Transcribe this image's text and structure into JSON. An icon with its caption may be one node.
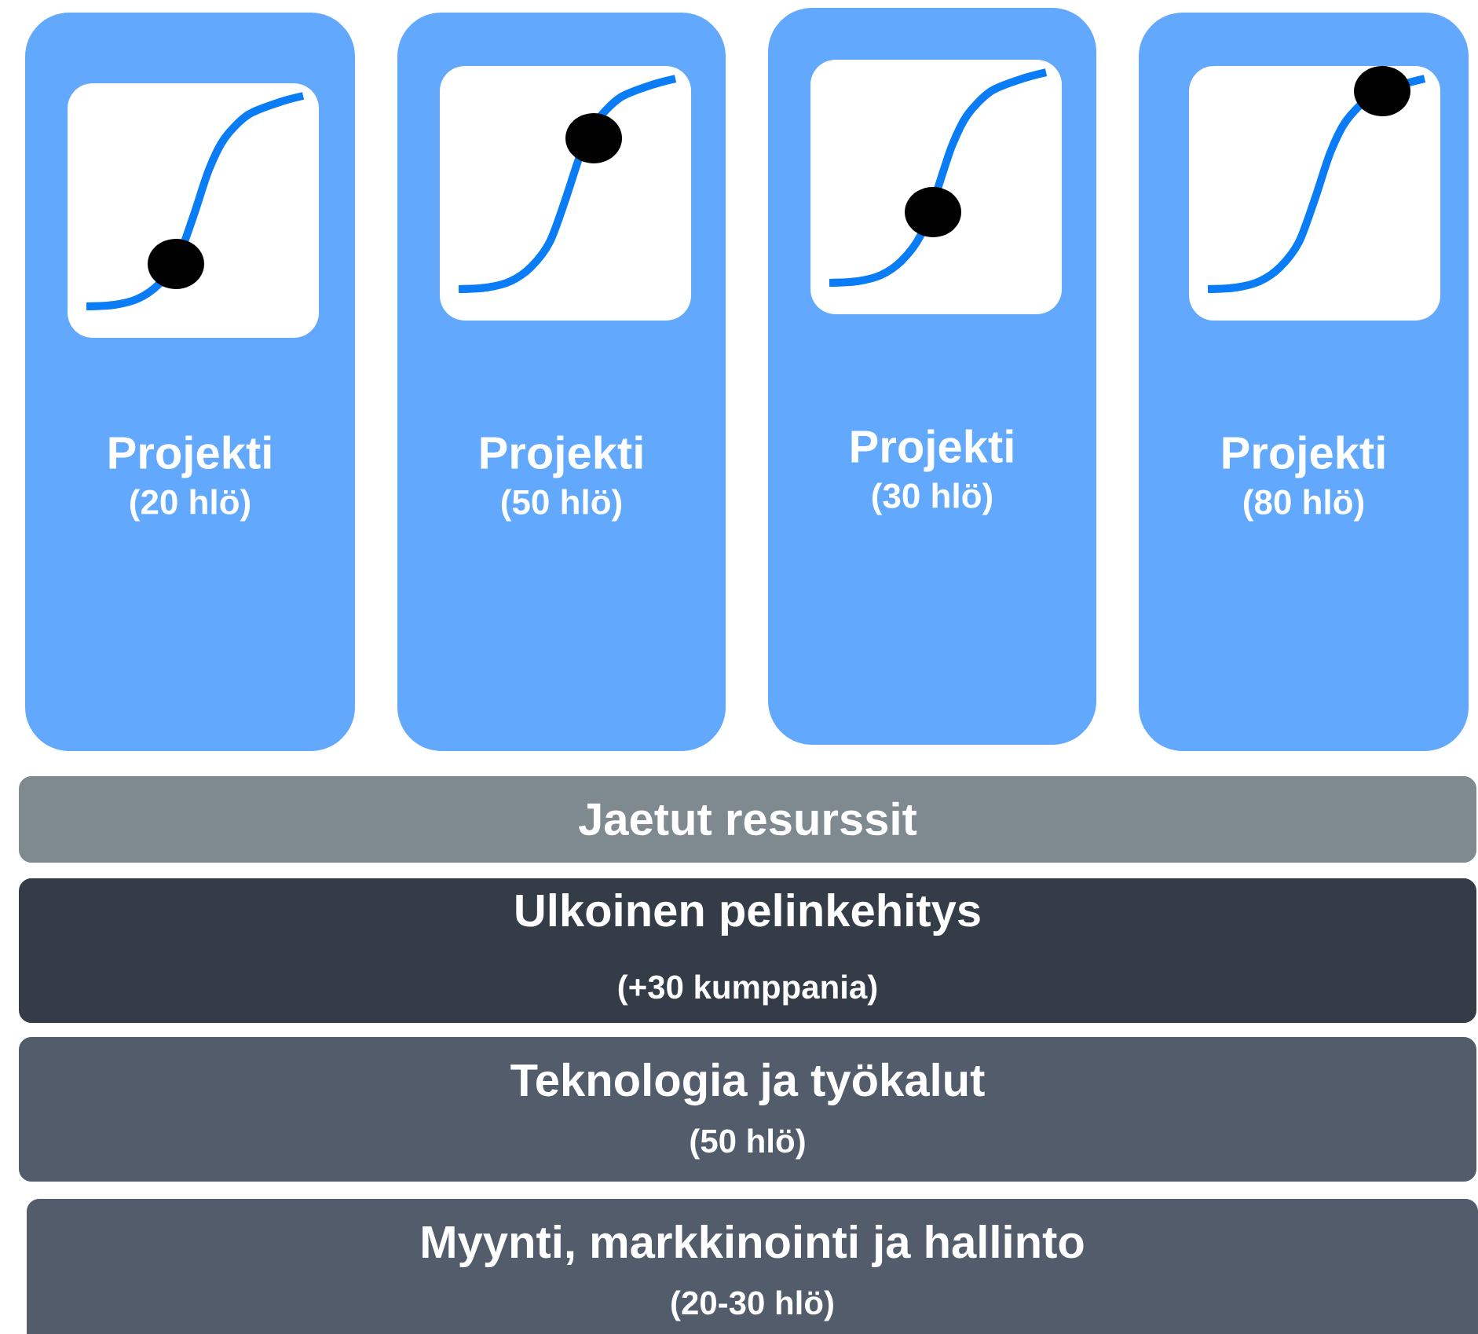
{
  "diagram": {
    "nodes": [
      {
        "text": [
          "Projekti",
          "(20 hlö)"
        ]
      },
      {
        "text": [
          "Projekti",
          "(50 hlö)"
        ]
      },
      {
        "text": [
          "Projekti",
          "(30 hlö)"
        ]
      },
      {
        "text": [
          "Projekti",
          "(80 hlö)"
        ]
      },
      {
        "text": [
          "Jaetut resurssit"
        ]
      },
      {
        "text": [
          "Ulkoinen pelinkehitys",
          "(+30 kumppania)"
        ]
      },
      {
        "text": [
          "Teknologia ja työkalut",
          "(50 hlö)"
        ]
      },
      {
        "text": [
          "Myynti, markkinointi ja hallinto",
          "(20-30 hlö)"
        ]
      }
    ]
  }
}
